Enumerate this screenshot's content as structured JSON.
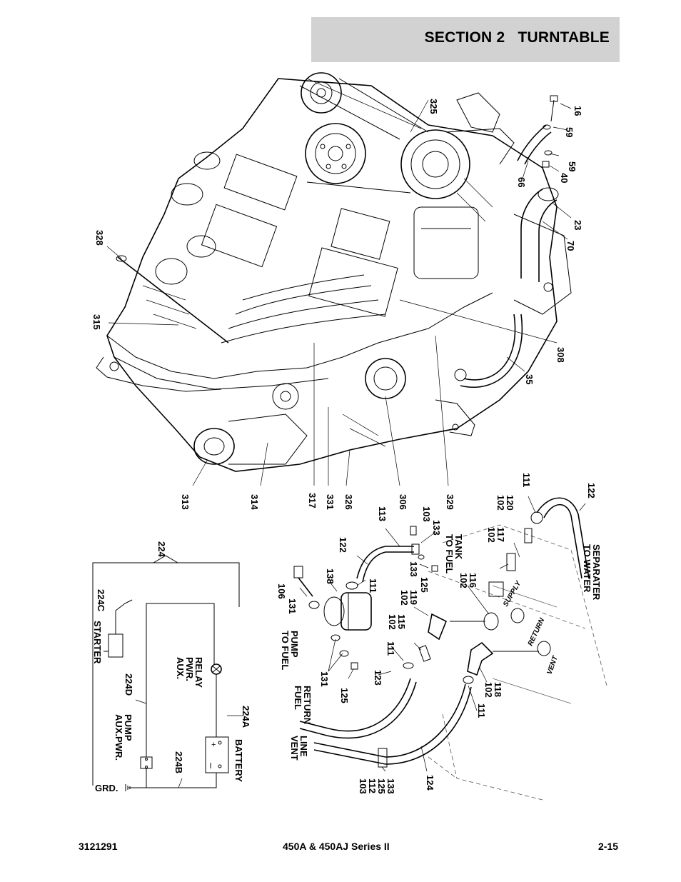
{
  "header": {
    "section": "SECTION 2",
    "title": "TURNTABLE"
  },
  "wiring": {
    "callouts": {
      "group": "224",
      "starter_lead": "224C",
      "pump_lead": "224D",
      "ground_lead": "224B",
      "battery_lead": "224A"
    },
    "labels": {
      "starter": "STARTER",
      "aux_pwr_relay": [
        "AUX.",
        "PWR.",
        "RELAY"
      ],
      "aux_pwr_pump": [
        "AUX.PWR.",
        "PUMP"
      ],
      "battery": "BATTERY",
      "ground": "GRD."
    }
  },
  "engine": {
    "callouts": [
      "325",
      "16",
      "59",
      "59",
      "40",
      "66",
      "23",
      "70",
      "328",
      "315",
      "308",
      "35",
      "313",
      "314",
      "317",
      "331",
      "326",
      "306",
      "329"
    ]
  },
  "fuel": {
    "callouts": {
      "c111a": "111",
      "c122a": "122",
      "c102a": "102",
      "c120": "120",
      "c102b": "102",
      "c117": "117",
      "c113": "113",
      "c103a": "103",
      "c133a": "133",
      "c122b": "122",
      "c133b": "133",
      "c125a": "125",
      "c106": "106",
      "c138": "138",
      "c111b": "111",
      "c131a": "131",
      "c102c": "102",
      "c119": "119",
      "c102d": "102",
      "c116": "116",
      "c102e": "102",
      "c115": "115",
      "c111c": "111",
      "c131b": "131",
      "c123": "123",
      "c125b": "125",
      "c102f": "102",
      "c118": "118",
      "c111d": "111",
      "c124": "124"
    },
    "stack": [
      "103",
      "112",
      "125",
      "133"
    ],
    "labels": {
      "to_fuel_tank": [
        "TO FUEL",
        "TANK"
      ],
      "to_water_separater": [
        "TO WATER",
        "SEPARATER"
      ],
      "to_fuel_pump": [
        "TO FUEL",
        "PUMP"
      ],
      "fuel_return": [
        "FUEL",
        "RETURN"
      ],
      "vent_line": [
        "VENT",
        "LINE"
      ],
      "supply": "SUPPLY",
      "return": "RETURN",
      "vent": "VENT"
    }
  },
  "footer": {
    "doc_number": "3121291",
    "model": "450A & 450AJ Series II",
    "page": "2-15"
  }
}
